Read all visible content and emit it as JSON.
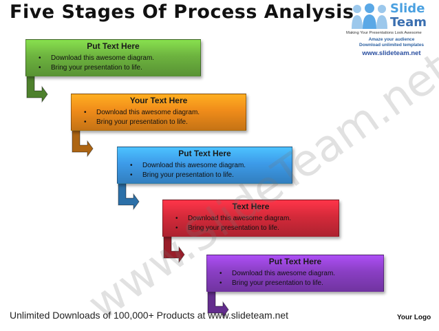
{
  "title": "Five Stages Of Process Analysis",
  "logo": {
    "word1": "Slide",
    "word2": "Team",
    "tagline": "Making Your Presentations Look Awesome",
    "line1": "Amaze your audience",
    "line2": "Download unlimited templates",
    "url": "www.slideteam.net"
  },
  "stages": [
    {
      "title": "Put Text Here",
      "bullets": [
        "Download this awesome diagram.",
        "Bring your presentation to life."
      ],
      "color": "#6db33f"
    },
    {
      "title": "Your Text Here",
      "bullets": [
        "Download this awesome diagram.",
        "Bring your presentation to life."
      ],
      "color": "#f08c1a"
    },
    {
      "title": "Put Text Here",
      "bullets": [
        "Download this awesome diagram.",
        "Bring your presentation to life."
      ],
      "color": "#3d9be9"
    },
    {
      "title": "Text Here",
      "bullets": [
        "Download this awesome diagram.",
        "Bring your presentation to life."
      ],
      "color": "#d42a3a"
    },
    {
      "title": "Put Text Here",
      "bullets": [
        "Download this awesome diagram.",
        "Bring your presentation to life."
      ],
      "color": "#8a3fc4"
    }
  ],
  "watermark": "www.SlideTeam.net",
  "footer": "Unlimited Downloads of 100,000+ Products at www.slideteam.net",
  "your_logo": "Your Logo"
}
